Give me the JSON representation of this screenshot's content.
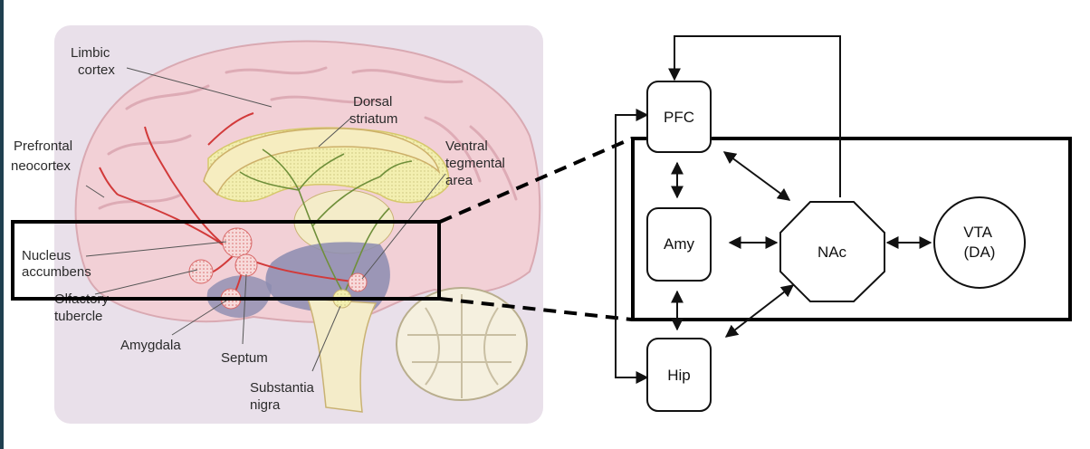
{
  "brain_labels": {
    "limbic_cortex": [
      "Limbic",
      "cortex"
    ],
    "dorsal_striatum": [
      "Dorsal",
      "striatum"
    ],
    "prefrontal_neocortex": [
      "Prefrontal",
      "neocortex"
    ],
    "ventral_tegmental_area": [
      "Ventral",
      "tegmental",
      "area"
    ],
    "nucleus_accumbens": [
      "Nucleus",
      "accumbens"
    ],
    "olfactory_tubercle": [
      "Olfactory",
      "tubercle"
    ],
    "amygdala": "Amygdala",
    "septum": "Septum",
    "substantia_nigra": [
      "Substantia",
      "nigra"
    ]
  },
  "circuit_nodes": {
    "pfc": "PFC",
    "amy": "Amy",
    "nac": "NAc",
    "vta": [
      "VTA",
      "(DA)"
    ],
    "hip": "Hip"
  },
  "colors": {
    "dopamine_pathway": "#d23a3a",
    "nigrostriatal_pathway": "#6f8f3a",
    "striatum_fill": "#f3efb0",
    "brain_fill": "#f2d8d8",
    "ventricle_fill": "#8c8cb0",
    "edge_bar": "#1f3f4f"
  }
}
